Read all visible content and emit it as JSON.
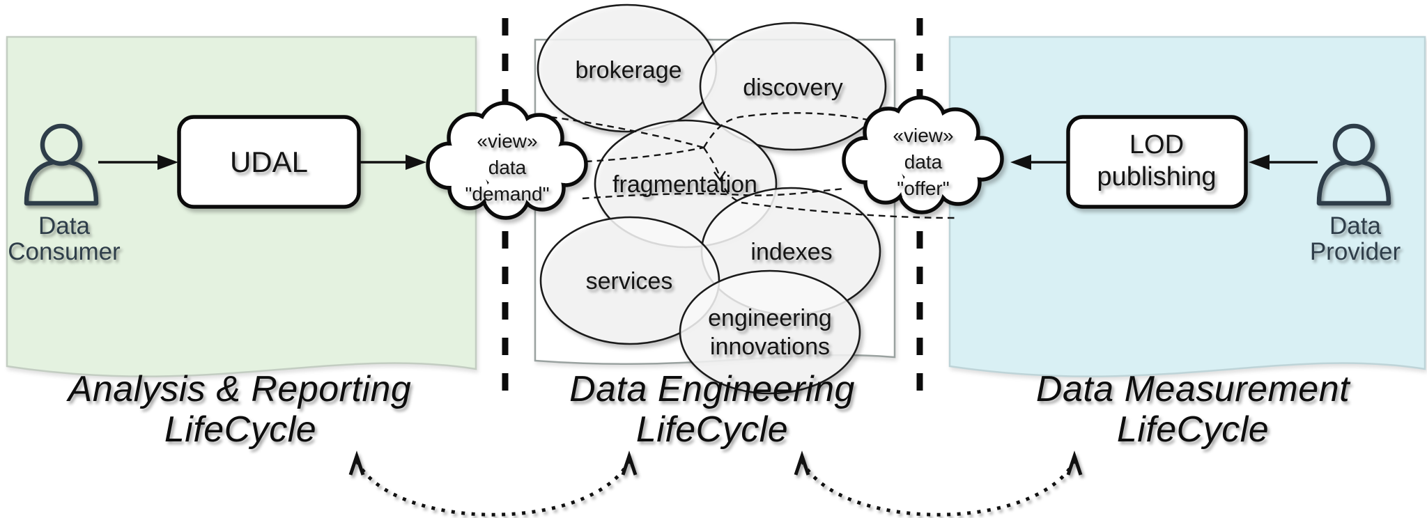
{
  "panels": {
    "left": {
      "title_line1": "Analysis & Reporting",
      "title_line2": "LifeCycle",
      "fill": "#e4f2e0",
      "border": "#c3cdc2"
    },
    "middle": {
      "title_line1": "Data Engineering",
      "title_line2": "LifeCycle"
    },
    "right": {
      "title_line1": "Data Measurement",
      "title_line2": "LifeCycle",
      "fill": "#d9f0f4",
      "border": "#bed4d8"
    }
  },
  "actors": {
    "consumer": {
      "line1": "Data",
      "line2": "Consumer"
    },
    "provider": {
      "line1": "Data",
      "line2": "Provider"
    }
  },
  "boxes": {
    "udal": {
      "label": "UDAL"
    },
    "lod": {
      "line1": "LOD",
      "line2": "publishing"
    }
  },
  "clouds": {
    "demand": {
      "line1": "«view»",
      "line2": "data",
      "line3": "\"demand\""
    },
    "offer": {
      "line1": "«view»",
      "line2": "data",
      "line3": "\"offer\""
    }
  },
  "topics": {
    "brokerage": "brokerage",
    "discovery": "discovery",
    "fragmentation": "fragmentation",
    "indexes": "indexes",
    "services": "services",
    "engineering_line1": "engineering",
    "engineering_line2": "innovations"
  },
  "colors": {
    "actor_text": "#2e3d49",
    "ink": "#111111"
  }
}
